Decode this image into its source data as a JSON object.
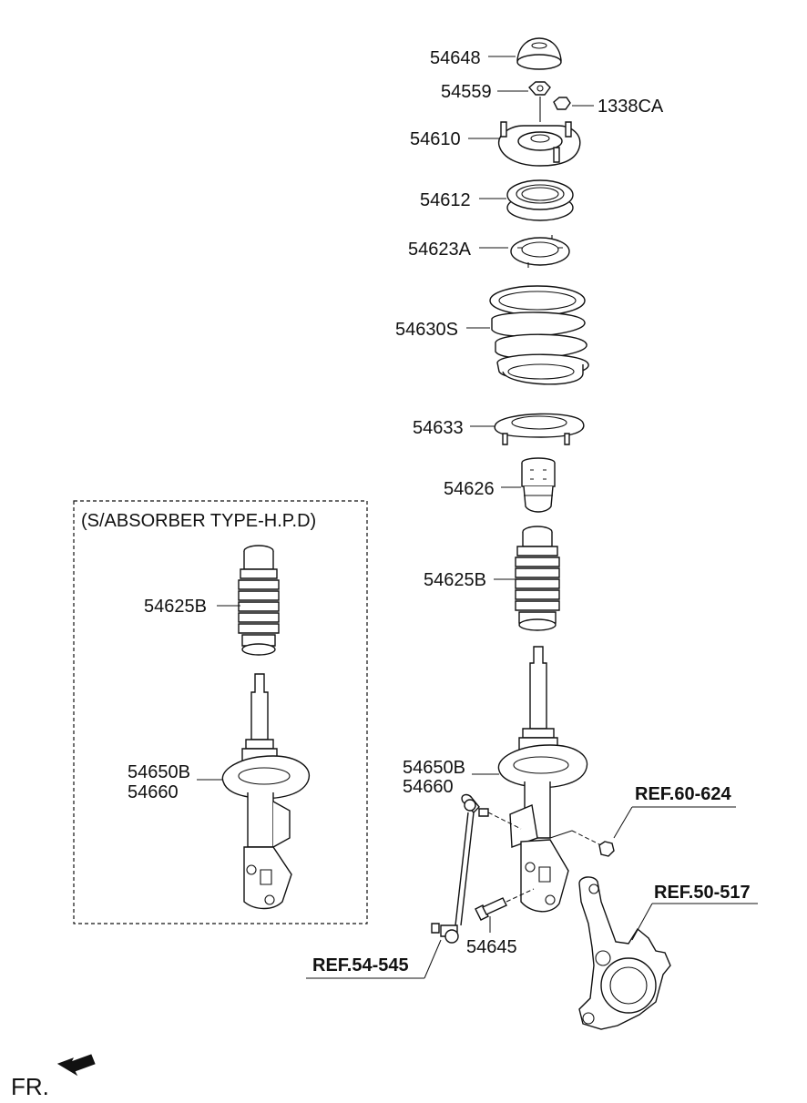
{
  "inset": {
    "title": "(S/ABSORBER TYPE-H.P.D)",
    "labels": {
      "boot": "54625B",
      "strut_a": "54650B",
      "strut_b": "54660"
    }
  },
  "parts": {
    "cap": "54648",
    "nut": "54559",
    "mount_nut": "1338CA",
    "insulator": "54610",
    "bearing": "54612",
    "upper_seat": "54623A",
    "spring": "54630S",
    "lower_pad": "54633",
    "bumper": "54626",
    "boot": "54625B",
    "strut_a": "54650B",
    "strut_b": "54660",
    "bolt": "54645"
  },
  "refs": {
    "nut_ref": "REF.60-624",
    "knuckle_ref": "REF.50-517",
    "link_ref": "REF.54-545"
  },
  "direction": {
    "label": "FR."
  }
}
